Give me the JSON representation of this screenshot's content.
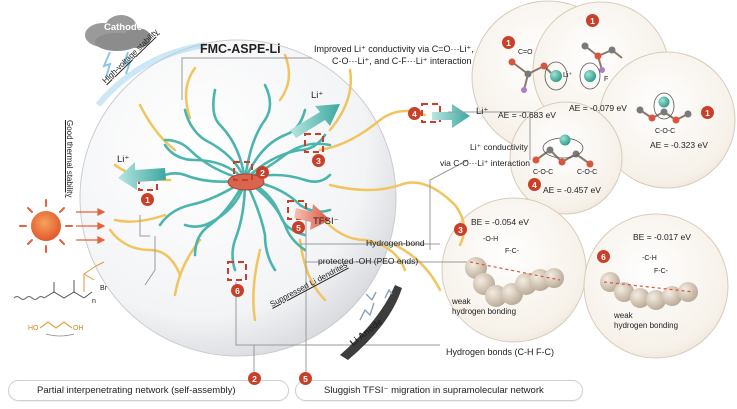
{
  "title": "FMC-ASPE-Li",
  "cathode": "Cathode",
  "anode": "Li Anode",
  "stability": {
    "high_voltage": "High-voltage stability",
    "thermal": "Good thermal stability",
    "dendrites": "Suppressed Li dendrites"
  },
  "ions": {
    "li_left": "Li⁺",
    "li_top": "Li⁺",
    "li_right": "Li⁺",
    "tfsi": "TFSI⁻"
  },
  "badges": [
    "1",
    "2",
    "3",
    "4",
    "5",
    "6"
  ],
  "improved_conductivity": {
    "line1": "Improved Li⁺ conductivity via C=O···Li⁺,",
    "line2": "C-O···Li⁺, and C-F···Li⁺ interaction"
  },
  "li_conductivity": {
    "line1": "Li⁺ conductivity",
    "line2": "via C-O···Li⁺ interaction"
  },
  "hydrogen_bond": {
    "line1": "Hydrogen-bond",
    "line2": "protected -OH (PEO ends)"
  },
  "hydrogen_bonds_cf": "Hydrogen bonds (C-H   F-C)",
  "energies": {
    "ae1": "AE = -0.683 eV",
    "ae2": "AE = -0.079 eV",
    "ae3": "AE = -0.323 eV",
    "ae4": "AE = -0.457 eV",
    "be3": "BE = -0.054 eV",
    "be6": "BE = -0.017 eV"
  },
  "mol_labels": {
    "c_eq_o": "C=O",
    "li": "Li⁺",
    "f": "F",
    "c_o_c": "C-O-C",
    "c_o_c_b": "C-O-C",
    "c_o_c_c": "C-O-C",
    "oh": "-O-H",
    "fc": "F-C-",
    "ch": "-C-H",
    "fc2": "F-C-"
  },
  "weak_hbond": {
    "line1": "weak",
    "line2": "hydrogen bonding"
  },
  "weak_hbond_6": {
    "line1": "weak",
    "line2": "hydrogen bonding"
  },
  "monomers": {
    "br": "Br",
    "n": "n",
    "oh_left": "HO",
    "oh_right": "OH"
  },
  "bottom": {
    "box2_num": "2",
    "box2": "Partial interpenetrating network (self-assembly)",
    "box5_num": "5",
    "box5": "Sluggish TFSI⁻ migration in supramolecular network"
  },
  "colors": {
    "teal": "#4bb5ad",
    "yellow": "#f2c45e",
    "red": "#c8402a",
    "gray": "#8a8a8a"
  }
}
